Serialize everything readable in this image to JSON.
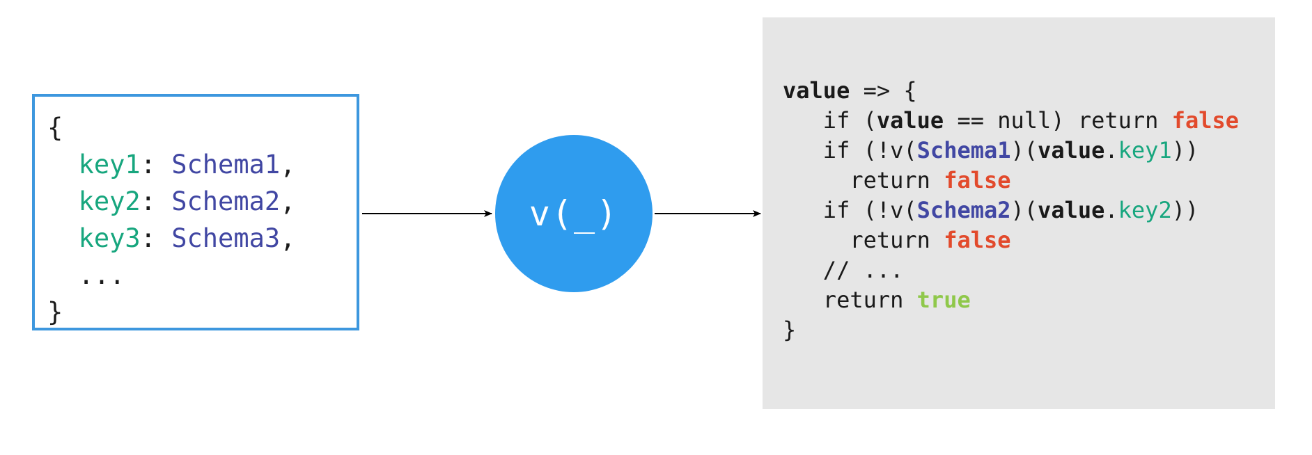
{
  "schema_object": {
    "lines": [
      [
        {
          "t": "{",
          "c": "plain"
        }
      ],
      [
        {
          "t": "  ",
          "c": "plain"
        },
        {
          "t": "key1",
          "c": "key"
        },
        {
          "t": ": ",
          "c": "plain"
        },
        {
          "t": "Schema1",
          "c": "schema"
        },
        {
          "t": ",",
          "c": "plain"
        }
      ],
      [
        {
          "t": "  ",
          "c": "plain"
        },
        {
          "t": "key2",
          "c": "key"
        },
        {
          "t": ": ",
          "c": "plain"
        },
        {
          "t": "Schema2",
          "c": "schema"
        },
        {
          "t": ",",
          "c": "plain"
        }
      ],
      [
        {
          "t": "  ",
          "c": "plain"
        },
        {
          "t": "key3",
          "c": "key"
        },
        {
          "t": ": ",
          "c": "plain"
        },
        {
          "t": "Schema3",
          "c": "schema"
        },
        {
          "t": ",",
          "c": "plain"
        }
      ],
      [
        {
          "t": "  ...",
          "c": "plain"
        }
      ],
      [
        {
          "t": "}",
          "c": "plain"
        }
      ]
    ]
  },
  "transform_node": {
    "label": "v(_)"
  },
  "validator_code": {
    "lines": [
      [
        {
          "t": "value",
          "c": "bold"
        },
        {
          "t": " => {",
          "c": "plain"
        }
      ],
      [
        {
          "t": "   if (",
          "c": "plain"
        },
        {
          "t": "value",
          "c": "bold"
        },
        {
          "t": " == null) return ",
          "c": "plain"
        },
        {
          "t": "false",
          "c": "false-kw"
        }
      ],
      [
        {
          "t": "   if (!v(",
          "c": "plain"
        },
        {
          "t": "Schema1",
          "c": "schema-bold"
        },
        {
          "t": ")(",
          "c": "plain"
        },
        {
          "t": "value",
          "c": "bold"
        },
        {
          "t": ".",
          "c": "plain"
        },
        {
          "t": "key1",
          "c": "key"
        },
        {
          "t": "))",
          "c": "plain"
        }
      ],
      [
        {
          "t": "     return ",
          "c": "plain"
        },
        {
          "t": "false",
          "c": "false-kw"
        }
      ],
      [
        {
          "t": "   if (!v(",
          "c": "plain"
        },
        {
          "t": "Schema2",
          "c": "schema-bold"
        },
        {
          "t": ")(",
          "c": "plain"
        },
        {
          "t": "value",
          "c": "bold"
        },
        {
          "t": ".",
          "c": "plain"
        },
        {
          "t": "key2",
          "c": "key"
        },
        {
          "t": "))",
          "c": "plain"
        }
      ],
      [
        {
          "t": "     return ",
          "c": "plain"
        },
        {
          "t": "false",
          "c": "false-kw"
        }
      ],
      [
        {
          "t": "   // ...",
          "c": "plain"
        }
      ],
      [
        {
          "t": "   return ",
          "c": "plain"
        },
        {
          "t": "true",
          "c": "true-kw"
        }
      ],
      [
        {
          "t": "}",
          "c": "plain"
        }
      ]
    ]
  },
  "colors": {
    "box_border": "#3d97de",
    "circle_fill": "#2f9cee",
    "panel_bg": "#e6e6e6",
    "key": "#17a67e",
    "schema": "#4147a3",
    "false": "#e24a2c",
    "true": "#8fc84a"
  }
}
